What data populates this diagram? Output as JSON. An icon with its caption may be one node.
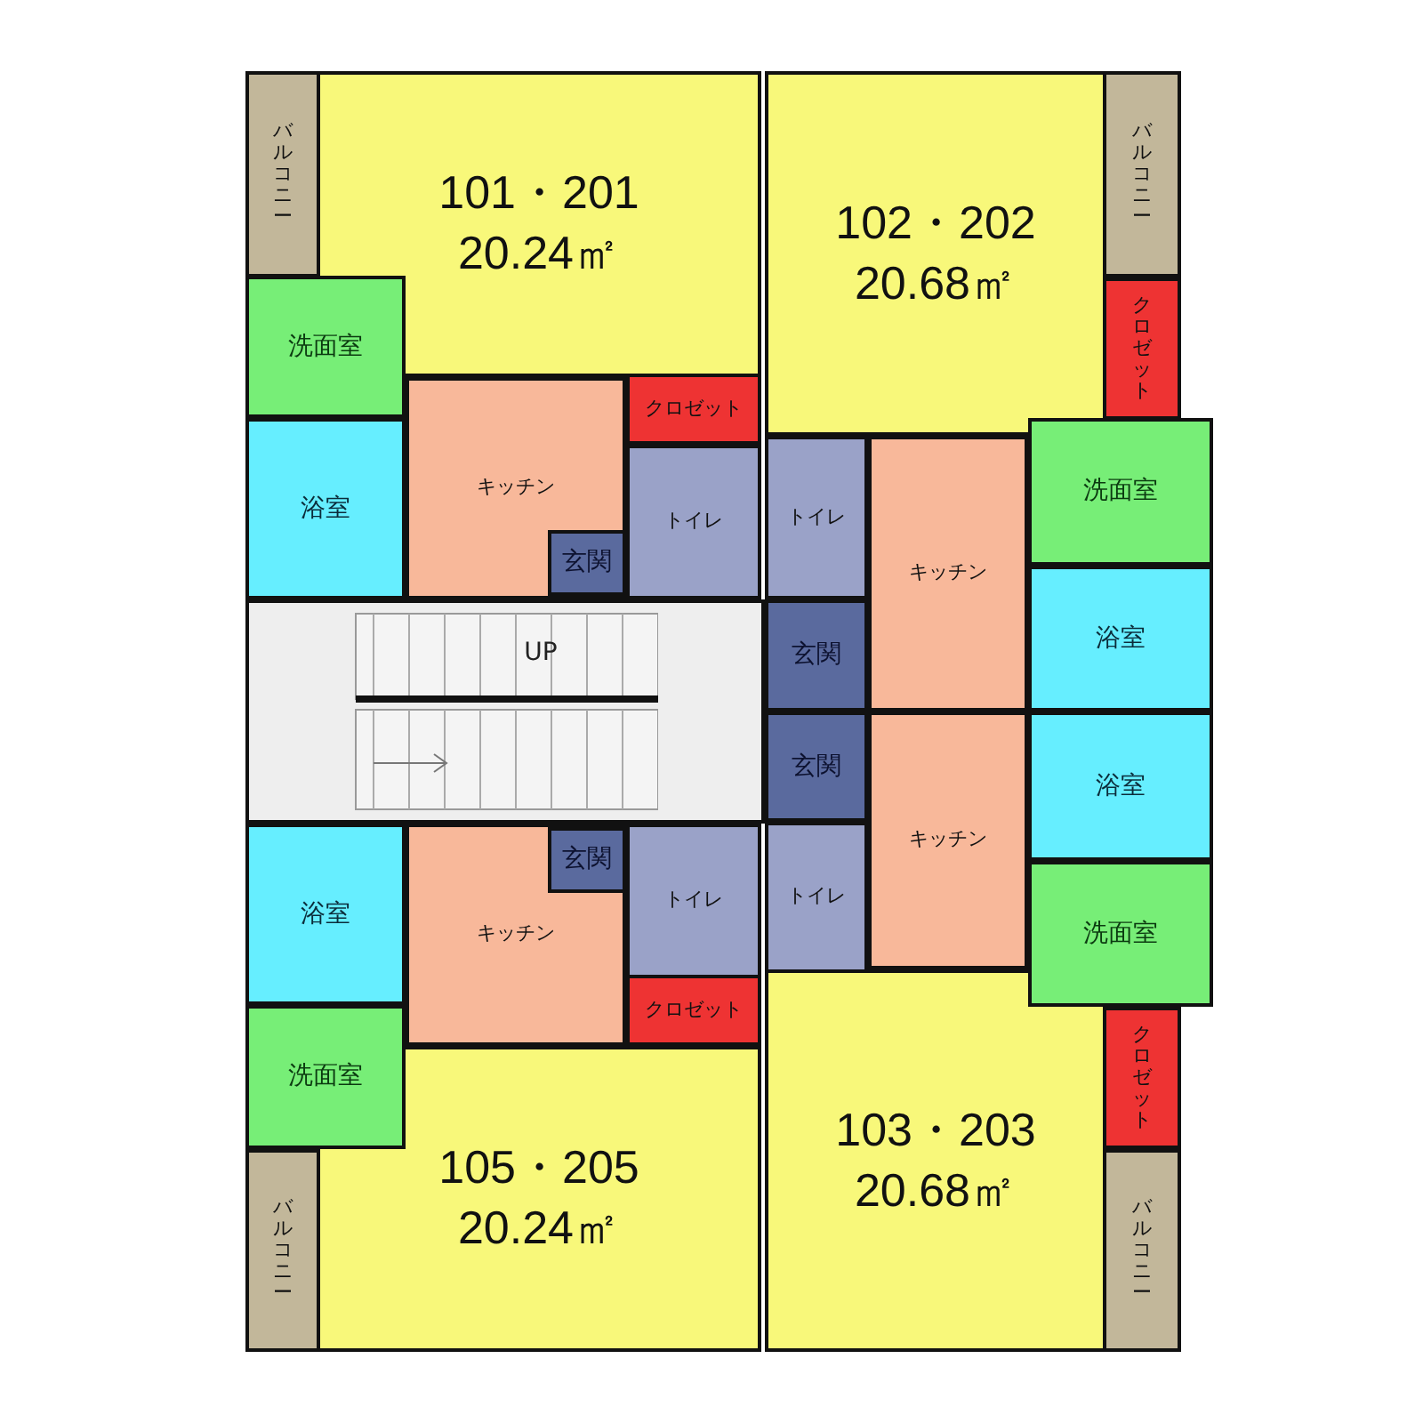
{
  "diagram": {
    "nodes": [
      {
        "text": [
          "101・201",
          "20.24㎡"
        ]
      },
      {
        "text": [
          "バルコニー"
        ]
      },
      {
        "text": [
          "洗面室"
        ]
      },
      {
        "text": [
          "クロゼット"
        ]
      },
      {
        "text": [
          "浴室"
        ]
      },
      {
        "text": [
          "キッチン"
        ]
      },
      {
        "text": [
          "トイレ"
        ]
      },
      {
        "text": [
          "玄関"
        ],
        "in": 5
      },
      {
        "text": [
          "102・202",
          "20.68㎡"
        ]
      },
      {
        "text": [
          "バルコニー"
        ]
      },
      {
        "text": [
          "クロゼット"
        ]
      },
      {
        "text": [
          "トイレ"
        ]
      },
      {
        "text": [
          "キッチン"
        ]
      },
      {
        "text": [
          "洗面室"
        ]
      },
      {
        "text": [
          "浴室"
        ]
      },
      {
        "text": [
          "玄関"
        ]
      },
      {
        "text": [
          "UP"
        ]
      },
      {
        "text": [
          "玄関"
        ]
      },
      {
        "text": [
          "キッチン"
        ]
      },
      {
        "text": [
          "浴室"
        ]
      },
      {
        "text": [
          "トイレ"
        ]
      },
      {
        "text": [
          "洗面室"
        ]
      },
      {
        "text": [
          "103・203",
          "20.68㎡"
        ]
      },
      {
        "text": [
          "クロゼット"
        ]
      },
      {
        "text": [
          "バルコニー"
        ]
      },
      {
        "text": [
          "浴室"
        ]
      },
      {
        "text": [
          "キッチン"
        ]
      },
      {
        "text": [
          "玄関"
        ],
        "in": 26
      },
      {
        "text": [
          "トイレ"
        ]
      },
      {
        "text": [
          "クロゼット"
        ]
      },
      {
        "text": [
          "洗面室"
        ]
      },
      {
        "text": [
          "105・205",
          "20.24㎡"
        ]
      },
      {
        "text": [
          "バルコニー"
        ]
      }
    ]
  }
}
